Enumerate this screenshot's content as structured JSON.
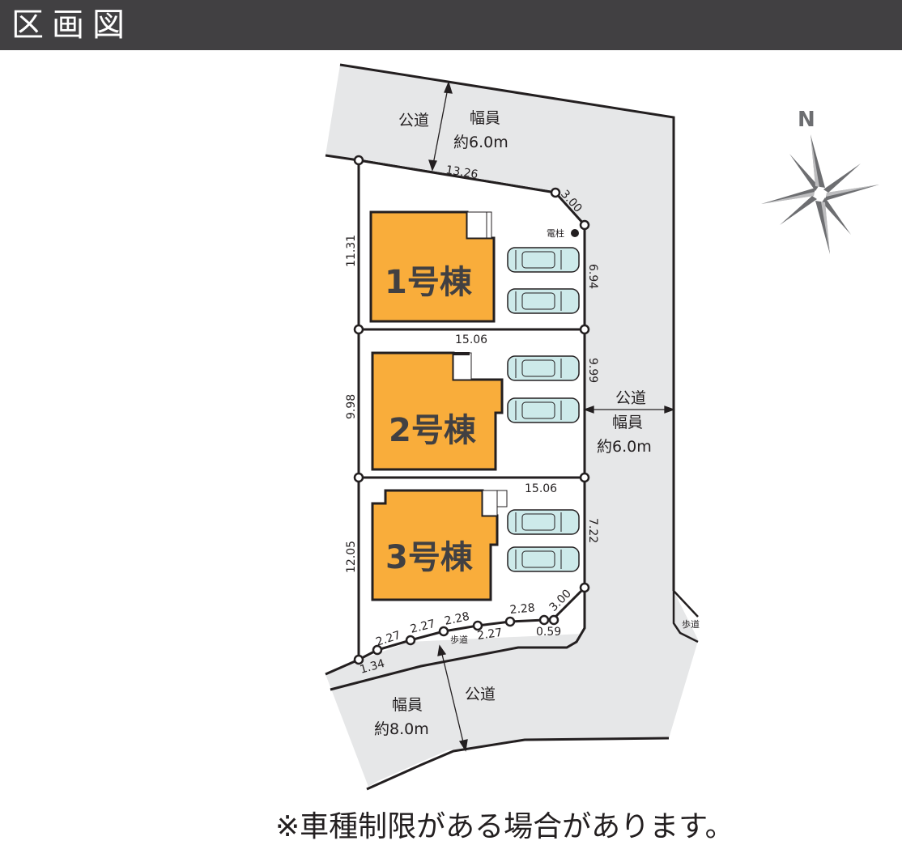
{
  "header": {
    "title": "区画図"
  },
  "colors": {
    "header_bg": "#414042",
    "road_fill": "#e6e7e8",
    "building_fill": "#f9ad3b",
    "car_fill": "#cdeaea",
    "line": "#231f20",
    "compass": "#6d6e71"
  },
  "roads": {
    "north": {
      "type": "公道",
      "width_label": "幅員",
      "width_value": "約6.0m"
    },
    "east": {
      "type": "公道",
      "width_label": "幅員",
      "width_value": "約6.0m"
    },
    "south": {
      "type": "公道",
      "width_label": "幅員",
      "width_value": "約8.0m"
    },
    "sidewalk_south": "歩道",
    "sidewalk_east": "歩道"
  },
  "utility_pole": "電柱",
  "compass": {
    "label": "N"
  },
  "lots": [
    {
      "name": "1号棟",
      "parking_spaces": 2,
      "west_side": "11.31",
      "east_side": "6.94",
      "north_side": "13.26",
      "corner_cut": "3.00"
    },
    {
      "name": "2号棟",
      "parking_spaces": 2,
      "west_side": "9.98",
      "east_side": "9.99",
      "north_side": "15.06"
    },
    {
      "name": "3号棟",
      "parking_spaces": 2,
      "west_side": "12.05",
      "east_side": "7.22",
      "north_side": "15.06",
      "corner_cut": "3.00"
    }
  ],
  "south_boundary_segments": [
    "1.34",
    "2.27",
    "2.27",
    "2.28",
    "2.27",
    "2.28",
    "0.59",
    "3.00"
  ],
  "dimensions": {
    "d_13_26": "13.26",
    "d_3_00_top": "3.00",
    "d_11_31": "11.31",
    "d_6_94": "6.94",
    "d_15_06_a": "15.06",
    "d_9_98": "9.98",
    "d_9_99": "9.99",
    "d_15_06_b": "15.06",
    "d_12_05": "12.05",
    "d_7_22": "7.22",
    "d_3_00_bottom": "3.00",
    "d_2_28_a": "2.28",
    "d_0_59": "0.59",
    "d_2_27_a": "2.27",
    "d_2_28_b": "2.28",
    "d_2_27_b": "2.27",
    "d_2_27_c": "2.27",
    "d_1_34": "1.34"
  },
  "note": "※車種制限がある場合があります。"
}
